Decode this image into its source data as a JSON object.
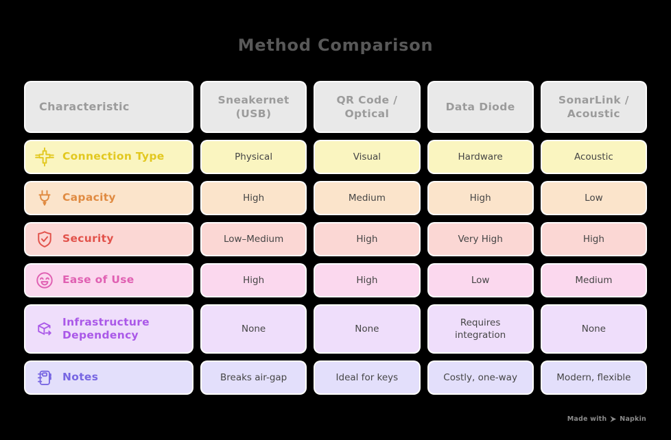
{
  "title": "Method Comparison",
  "colors": {
    "page_background": "#000000",
    "header_background": "#e9e9e9",
    "header_text": "#9b9b9b",
    "value_text": "#454545",
    "cell_border": "#ffffff",
    "title_text": "#585858",
    "watermark_text": "#8b8b8b"
  },
  "table": {
    "header": {
      "characteristic": "Characteristic",
      "columns": [
        "Sneakernet (USB)",
        "QR Code / Optical",
        "Data Diode",
        "SonarLink / Acoustic"
      ]
    },
    "rows": [
      {
        "label": "Connection Type",
        "icon": "hub-connection-icon",
        "accent": "#e2c81f",
        "bg": "#faf5c0",
        "values": [
          "Physical",
          "Visual",
          "Hardware",
          "Acoustic"
        ]
      },
      {
        "label": "Capacity",
        "icon": "plug-icon",
        "accent": "#e08b42",
        "bg": "#fbe4cb",
        "values": [
          "High",
          "Medium",
          "High",
          "Low"
        ]
      },
      {
        "label": "Security",
        "icon": "shield-check-icon",
        "accent": "#e2524b",
        "bg": "#fbd7d4",
        "values": [
          "Low–Medium",
          "High",
          "Very High",
          "High"
        ]
      },
      {
        "label": "Ease of Use",
        "icon": "smiley-icon",
        "accent": "#e060b2",
        "bg": "#fbd8ee",
        "values": [
          "High",
          "High",
          "Low",
          "Medium"
        ]
      },
      {
        "label": "Infrastructure Dependency",
        "icon": "cube-arrow-icon",
        "accent": "#aa58e8",
        "bg": "#efdefb",
        "values": [
          "None",
          "None",
          "Requires integration",
          "None"
        ]
      },
      {
        "label": "Notes",
        "icon": "notebook-icon",
        "accent": "#7766e2",
        "bg": "#e3dffb",
        "values": [
          "Breaks air-gap",
          "Ideal for keys",
          "Costly, one-way",
          "Modern, flexible"
        ]
      }
    ]
  },
  "watermark": {
    "prefix": "Made with",
    "brand": "Napkin",
    "icon": "napkin-logo-icon"
  }
}
